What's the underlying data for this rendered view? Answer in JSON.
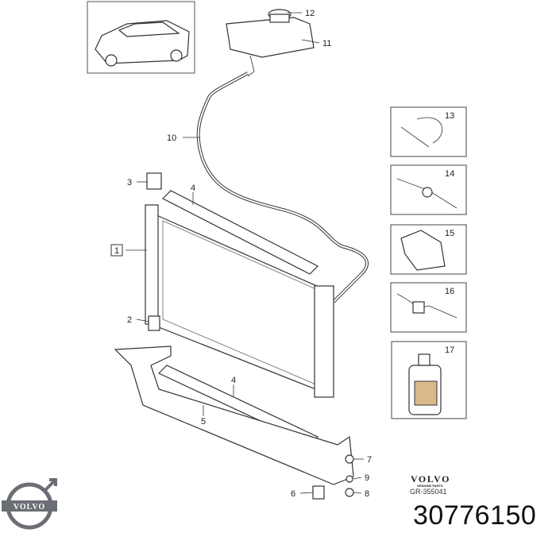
{
  "diagram": {
    "callouts": [
      "12",
      "11",
      "10",
      "3",
      "4",
      "1",
      "2",
      "4",
      "5",
      "7",
      "9",
      "6",
      "8"
    ],
    "inset_parts": [
      "13",
      "14",
      "15",
      "16",
      "17"
    ],
    "brand_text": "VOLVO",
    "brand_subtext": "GENUINE PARTS",
    "drawing_code": "GR-355041"
  },
  "part_number": "30776150",
  "logo": {
    "text": "VOLVO",
    "color": "#6b6f75"
  }
}
